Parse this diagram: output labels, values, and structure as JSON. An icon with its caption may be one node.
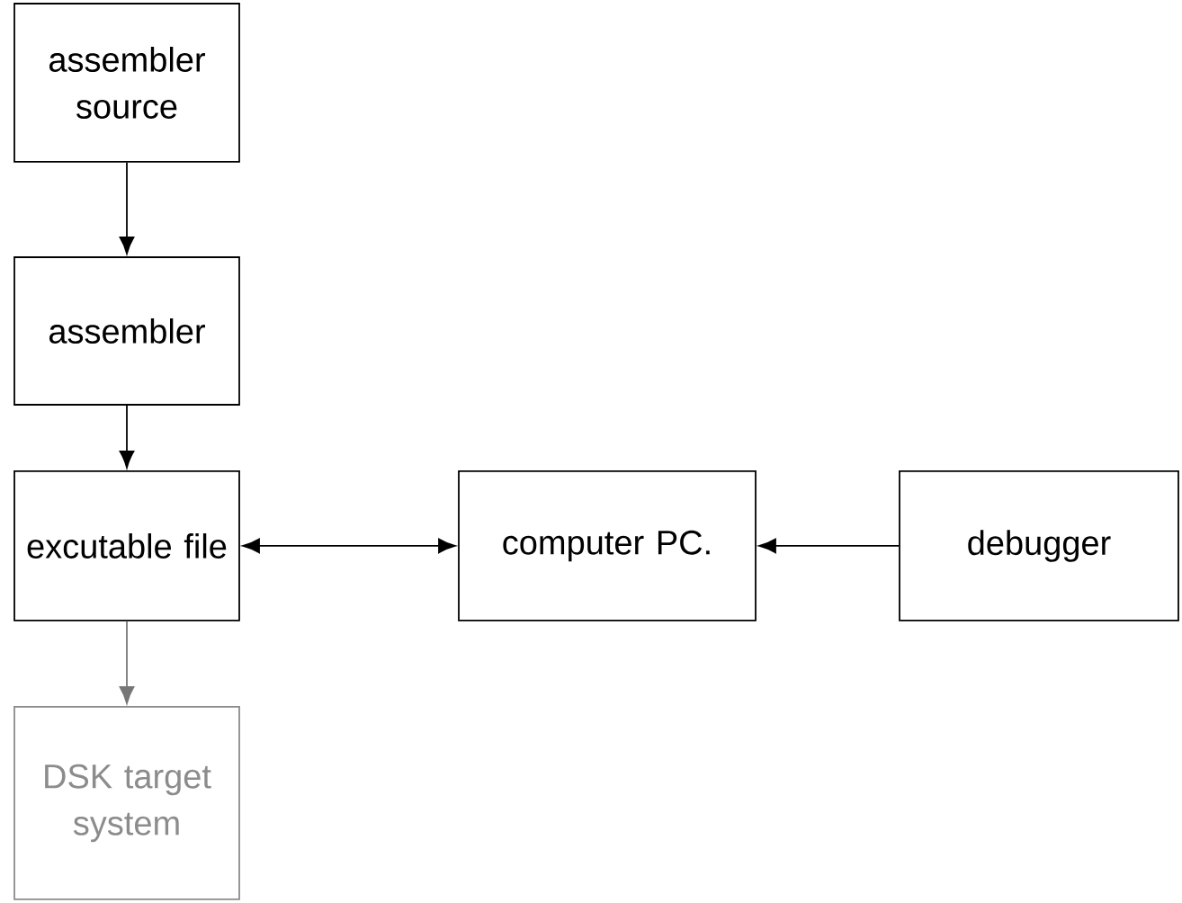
{
  "diagram": {
    "nodes": [
      {
        "text": [
          "assembler source"
        ]
      },
      {
        "text": [
          "assembler"
        ]
      },
      {
        "text": [
          "excutable file"
        ]
      },
      {
        "text": [
          "computer PC."
        ]
      },
      {
        "text": [
          "debugger"
        ]
      },
      {
        "text": [
          "DSK target system"
        ]
      }
    ],
    "edges": [
      {
        "from": 0,
        "to": 1,
        "arrow": "to"
      },
      {
        "from": 1,
        "to": 2,
        "arrow": "to"
      },
      {
        "from": 2,
        "to": 3,
        "arrow": "both"
      },
      {
        "from": 4,
        "to": 3,
        "arrow": "to"
      },
      {
        "from": 2,
        "to": 5,
        "arrow": "to",
        "color": "#777777"
      }
    ]
  }
}
